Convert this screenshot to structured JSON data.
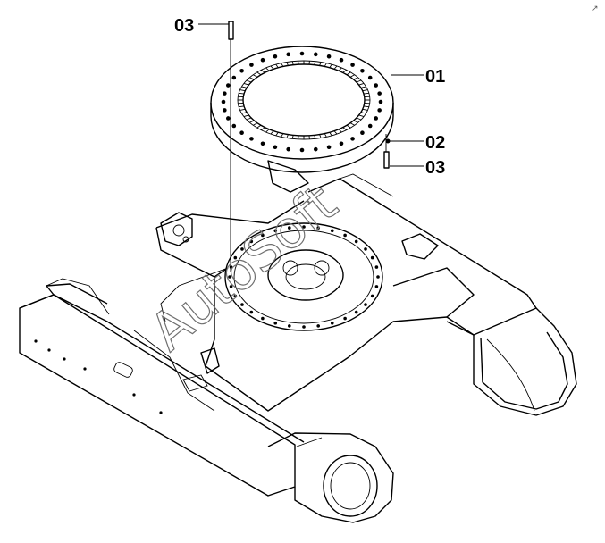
{
  "callouts": {
    "ring": "01",
    "fitting": "02",
    "bolt_top": "03",
    "bolt_side": "03"
  },
  "watermark": "AutoSoft",
  "corner_mark": "↗"
}
